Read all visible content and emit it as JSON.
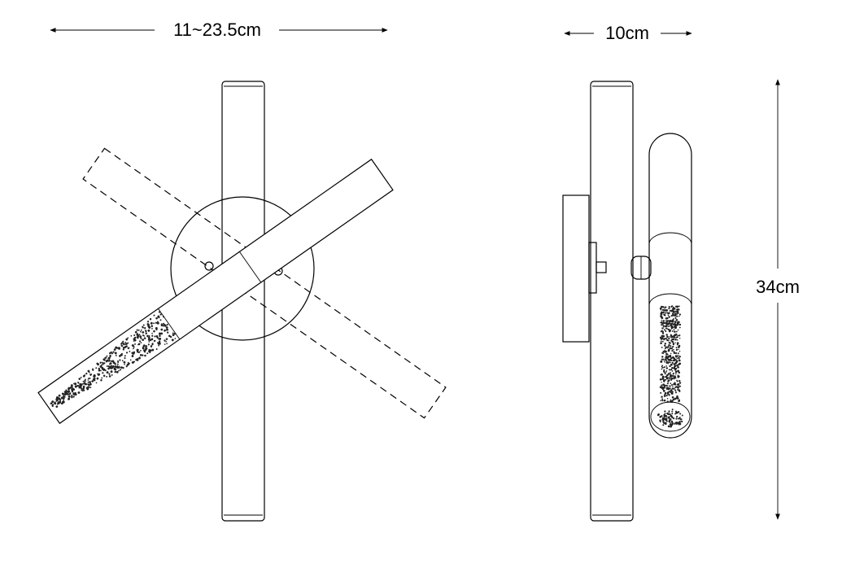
{
  "dimensions": {
    "width_front": "11~23.5cm",
    "depth_side": "10cm",
    "height": "34cm"
  },
  "colors": {
    "line": "#000000",
    "background": "#ffffff"
  }
}
